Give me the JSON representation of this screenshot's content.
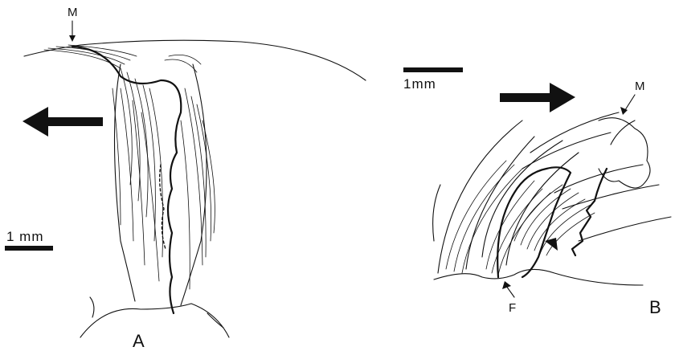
{
  "panels": [
    {
      "id": "A",
      "panel_label": "A",
      "top_marker": "M",
      "scale_label": "1 mm",
      "arrow_direction": "left"
    },
    {
      "id": "B",
      "panel_label": "B",
      "top_marker": "M",
      "bottom_marker": "F",
      "scale_label": "1mm",
      "arrow_direction": "right"
    }
  ],
  "colors": {
    "ink": "#111111",
    "background": "#ffffff"
  }
}
